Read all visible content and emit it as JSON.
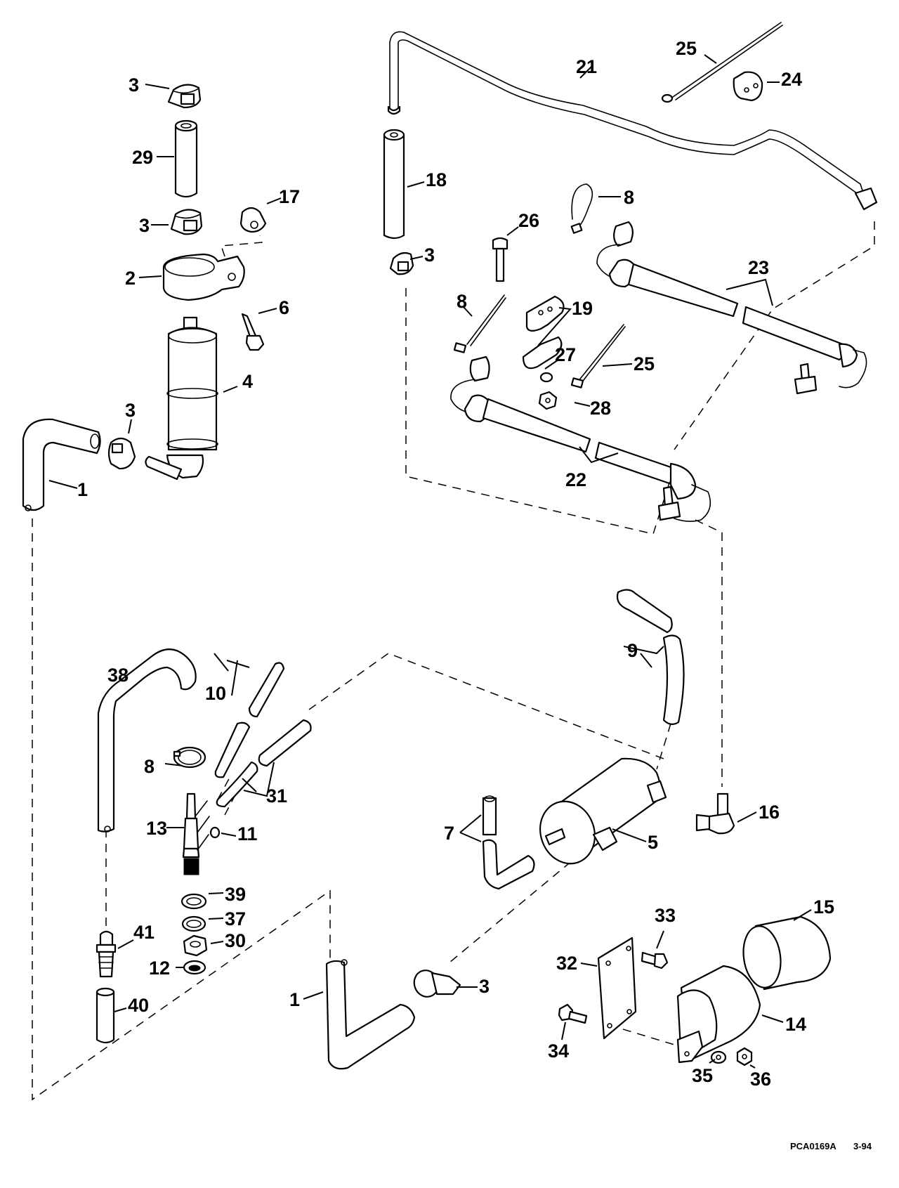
{
  "diagram": {
    "type": "exploded-parts-diagram",
    "drawing_number": "PCA0169A",
    "revision_date": "3-94",
    "callouts": {
      "c1a": "1",
      "c1b": "1",
      "c2": "2",
      "c3a": "3",
      "c3b": "3",
      "c3c": "3",
      "c3d": "3",
      "c3e": "3",
      "c4": "4",
      "c5": "5",
      "c6": "6",
      "c7": "7",
      "c8a": "8",
      "c8b": "8",
      "c8c": "8",
      "c9": "9",
      "c10": "10",
      "c11": "11",
      "c12": "12",
      "c13": "13",
      "c14": "14",
      "c15": "15",
      "c16": "16",
      "c17": "17",
      "c18": "18",
      "c19": "19",
      "c21": "21",
      "c22": "22",
      "c23": "23",
      "c24": "24",
      "c25a": "25",
      "c25b": "25",
      "c26": "26",
      "c27": "27",
      "c28": "28",
      "c29": "29",
      "c30": "30",
      "c31": "31",
      "c32": "32",
      "c33": "33",
      "c34": "34",
      "c35": "35",
      "c36": "36",
      "c37": "37",
      "c38": "38",
      "c39": "39",
      "c40": "40",
      "c41": "41"
    },
    "parts": [
      {
        "ref": "1",
        "kind": "hose-elbow"
      },
      {
        "ref": "2",
        "kind": "mounting-clamp"
      },
      {
        "ref": "3",
        "kind": "hose-clamp"
      },
      {
        "ref": "4",
        "kind": "filter-canister"
      },
      {
        "ref": "5",
        "kind": "fuel-filter"
      },
      {
        "ref": "6",
        "kind": "bolt"
      },
      {
        "ref": "7",
        "kind": "hose-pair"
      },
      {
        "ref": "8",
        "kind": "tie-strap"
      },
      {
        "ref": "9",
        "kind": "hose-pair"
      },
      {
        "ref": "10",
        "kind": "hose-pair"
      },
      {
        "ref": "11",
        "kind": "cap"
      },
      {
        "ref": "12",
        "kind": "washer"
      },
      {
        "ref": "13",
        "kind": "manifold-fitting"
      },
      {
        "ref": "14",
        "kind": "bracket"
      },
      {
        "ref": "15",
        "kind": "sleeve"
      },
      {
        "ref": "16",
        "kind": "elbow-fitting"
      },
      {
        "ref": "17",
        "kind": "grommet"
      },
      {
        "ref": "18",
        "kind": "hose"
      },
      {
        "ref": "19",
        "kind": "clamp-halves"
      },
      {
        "ref": "21",
        "kind": "fuel-line"
      },
      {
        "ref": "22",
        "kind": "fuel-line-assembly"
      },
      {
        "ref": "23",
        "kind": "fuel-line-assembly"
      },
      {
        "ref": "24",
        "kind": "grommet"
      },
      {
        "ref": "25",
        "kind": "tie-strap"
      },
      {
        "ref": "26",
        "kind": "bolt"
      },
      {
        "ref": "27",
        "kind": "washer"
      },
      {
        "ref": "28",
        "kind": "nut"
      },
      {
        "ref": "29",
        "kind": "hose"
      },
      {
        "ref": "30",
        "kind": "nut"
      },
      {
        "ref": "31",
        "kind": "hose-pair"
      },
      {
        "ref": "32",
        "kind": "plate"
      },
      {
        "ref": "33",
        "kind": "screw"
      },
      {
        "ref": "34",
        "kind": "screw"
      },
      {
        "ref": "35",
        "kind": "washer"
      },
      {
        "ref": "36",
        "kind": "nut"
      },
      {
        "ref": "37",
        "kind": "washer"
      },
      {
        "ref": "38",
        "kind": "hose-elbow"
      },
      {
        "ref": "39",
        "kind": "washer"
      },
      {
        "ref": "40",
        "kind": "hose"
      },
      {
        "ref": "41",
        "kind": "fitting"
      }
    ]
  }
}
